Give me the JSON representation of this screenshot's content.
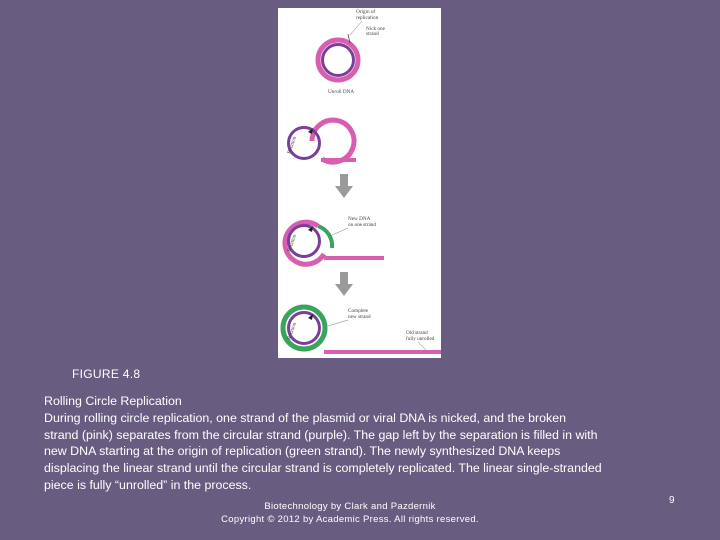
{
  "figure": {
    "labels": {
      "origin_1": "Origin of",
      "origin_2": "replication",
      "nick_1": "Nick one",
      "nick_2": "strand",
      "unroll": "Unroll DNA",
      "new_dna_1": "New DNA",
      "new_dna_2": "on one strand",
      "complete_1": "Complete",
      "complete_2": "new strand",
      "old_strand_1": "Old strand",
      "old_strand_2": "fully unrolled",
      "rotation": "Rotation"
    },
    "colors": {
      "pink": "#d85eb0",
      "purple": "#7a3f9a",
      "green": "#3aa35c",
      "arrow_gray": "#9a9a9a"
    }
  },
  "figure_label": "FIGURE 4.8",
  "caption": {
    "title": "Rolling Circle Replication",
    "lines": [
      "During rolling circle replication, one strand of the plasmid or viral DNA is nicked, and the broken",
      "strand (pink) separates from the circular strand (purple). The gap left by the separation is filled in with",
      "new DNA starting at the origin of replication (green strand). The newly synthesized DNA keeps",
      "displacing the linear strand until the circular strand is completely replicated. The linear single-stranded",
      "piece is fully “unrolled” in the process."
    ]
  },
  "footer": {
    "line1": "Biotechnology by Clark and Pazdernik",
    "line2": "Copyright © 2012 by Academic Press. All rights reserved."
  },
  "page_number": "9"
}
